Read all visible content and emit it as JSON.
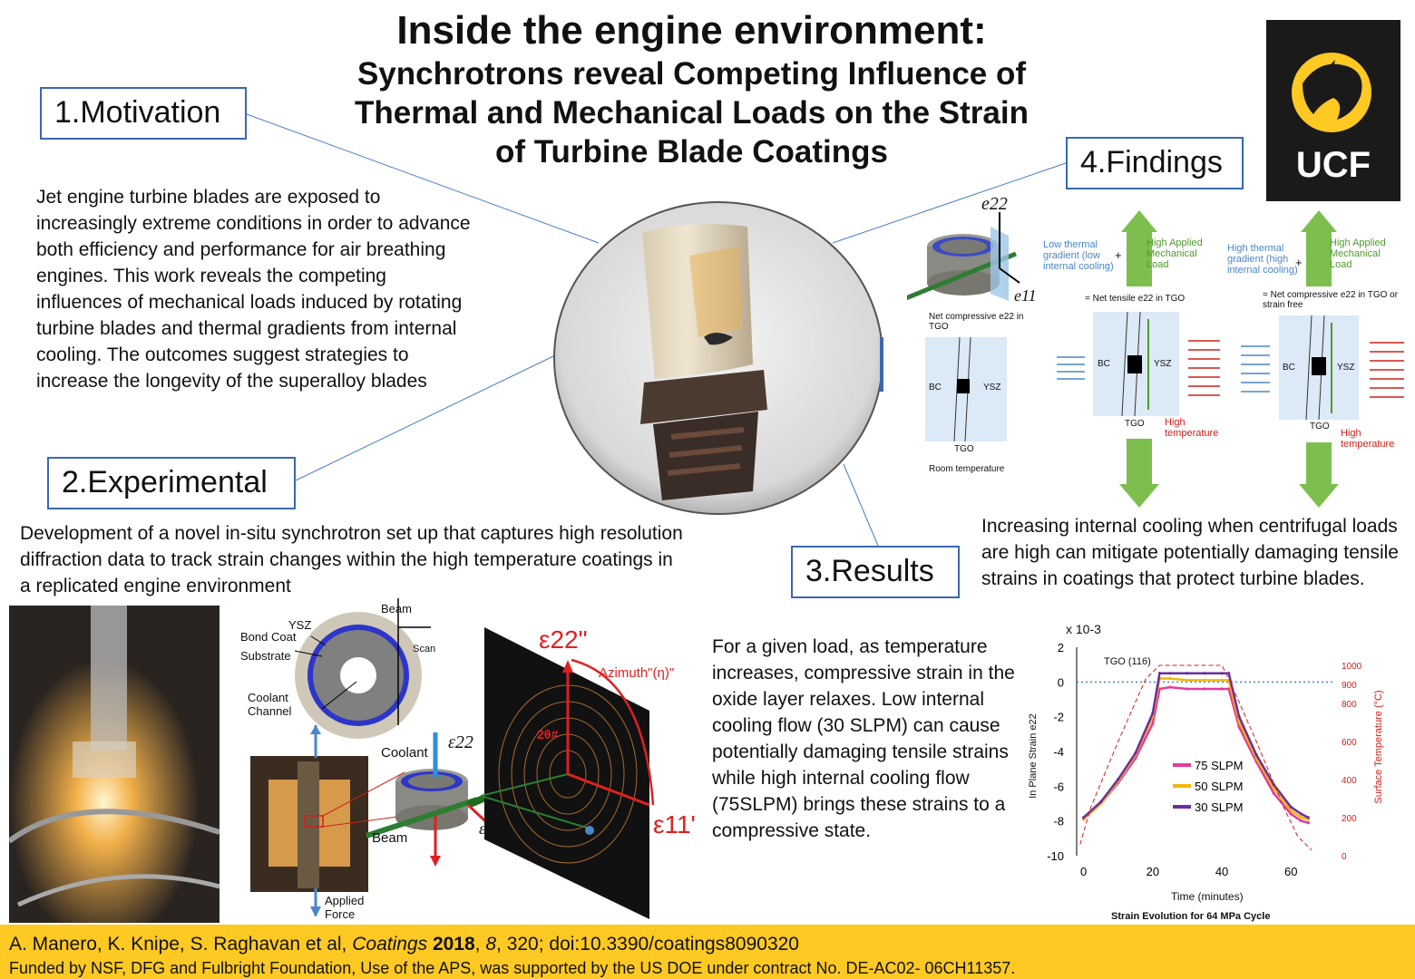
{
  "title": {
    "line1": "Inside the engine environment:",
    "line2": "Synchrotrons reveal Competing Influence of",
    "line3": "Thermal and Mechanical Loads on the Strain",
    "line4": "of Turbine Blade Coatings"
  },
  "logo": {
    "text": "UCF"
  },
  "sections": {
    "motivation": {
      "label": "1.Motivation",
      "text": "Jet engine turbine blades are exposed to increasingly extreme conditions in order to advance both efficiency and performance for air breathing engines. This work reveals the competing influences of mechanical loads induced by rotating turbine blades and thermal gradients from internal cooling. The outcomes suggest strategies to increase the longevity of the superalloy blades"
    },
    "experimental": {
      "label": "2.Experimental",
      "text": "Development of a novel in-situ synchrotron set up that captures high resolution diffraction data to track strain changes within the high temperature coatings in a replicated engine environment"
    },
    "results": {
      "label": "3.Results",
      "text": "For a given load, as temperature increases, compressive strain in the oxide layer relaxes. Low internal cooling flow (30 SLPM) can cause potentially damaging tensile strains while high internal cooling flow (75SLPM) brings these strains to a compressive state."
    },
    "findings": {
      "label": "4.Findings",
      "text": "Increasing internal cooling when centrifugal loads are high can mitigate potentially damaging tensile strains in coatings that protect turbine blades."
    }
  },
  "findings_diagram": {
    "e22": "e22",
    "e11": "e11",
    "net_compressive": "Net compressive e22 in TGO",
    "room_temp": "Room temperature",
    "bc": "BC",
    "ysz": "YSZ",
    "tgo": "TGO",
    "low_gradient": "Low thermal gradient (low internal cooling)",
    "high_gradient": "High thermal gradient (high internal cooling)",
    "plus": "+",
    "high_load": "High Applied Mechanical Load",
    "net_tensile": "= Net tensile e22 in TGO",
    "net_comp_free": "= Net compressive e22 in TGO or strain free",
    "high_temp": "High temperature"
  },
  "setup_diagram": {
    "beam_top": "Beam",
    "ysz": "YSZ",
    "bond_coat": "Bond Coat",
    "substrate": "Substrate",
    "scan": "Scan",
    "coolant_channel": "Coolant Channel",
    "coolant": "Coolant",
    "e22": "ε22",
    "e11": "ε11",
    "beam": "Beam",
    "applied_force": "Applied Force",
    "eps22_big": "ε22\"",
    "eps11_big": "ε11'",
    "azimuth": "Azimuth\"(η)\"",
    "two_theta": "2θ#"
  },
  "chart_data": {
    "type": "line",
    "title": "Strain Evolution for 64 MPa Cycle",
    "xlabel": "Time (minutes)",
    "ylabel": "In Plane Strain e22",
    "y2label": "Surface Temperature (°C)",
    "multiplier": "x 10-3",
    "annotation": "TGO (116)",
    "xlim": [
      -2,
      72
    ],
    "ylim": [
      -10,
      2
    ],
    "y2lim": [
      0,
      1000
    ],
    "xticks": [
      "0",
      "20",
      "40",
      "60"
    ],
    "yticks": [
      "2",
      "0",
      "-2",
      "-4",
      "-6",
      "-8",
      "-10"
    ],
    "y2ticks": [
      "1000",
      "900",
      "800",
      "600",
      "400",
      "200",
      "0"
    ],
    "series": [
      {
        "name": "75 SLPM",
        "color": "#e6399b",
        "x": [
          0,
          5,
          10,
          15,
          20,
          22,
          25,
          30,
          35,
          40,
          42,
          45,
          50,
          55,
          60,
          63,
          65
        ],
        "y": [
          -7.9,
          -7.0,
          -5.8,
          -4.4,
          -2.4,
          -0.4,
          -0.3,
          -0.4,
          -0.4,
          -0.4,
          -0.4,
          -2.6,
          -4.6,
          -6.4,
          -7.6,
          -8.0,
          -8.1
        ]
      },
      {
        "name": "50 SLPM",
        "color": "#f2b705",
        "x": [
          0,
          5,
          10,
          15,
          20,
          22,
          25,
          30,
          35,
          40,
          42,
          45,
          50,
          55,
          60,
          63,
          65
        ],
        "y": [
          -7.9,
          -7.0,
          -5.7,
          -4.2,
          -2.0,
          0.2,
          0.2,
          0.1,
          0.1,
          0.1,
          0.1,
          -2.3,
          -4.4,
          -6.1,
          -7.4,
          -7.8,
          -7.9
        ]
      },
      {
        "name": "30 SLPM",
        "color": "#6a2fa0",
        "x": [
          0,
          5,
          10,
          15,
          20,
          22,
          25,
          30,
          35,
          40,
          42,
          45,
          50,
          55,
          60,
          63,
          65
        ],
        "y": [
          -7.8,
          -6.9,
          -5.6,
          -4.1,
          -1.8,
          0.5,
          0.5,
          0.5,
          0.5,
          0.5,
          0.5,
          -2.0,
          -4.2,
          -5.9,
          -7.2,
          -7.6,
          -7.8
        ]
      },
      {
        "name": "Surface Temperature",
        "color": "#d0201a",
        "axis": "y2",
        "x": [
          -1,
          2,
          10,
          18,
          22,
          40,
          42,
          50,
          58,
          62,
          66
        ],
        "y": [
          60,
          250,
          600,
          930,
          1000,
          1000,
          930,
          600,
          250,
          100,
          30
        ]
      }
    ],
    "reference_line": 0
  },
  "footer": {
    "citation_pre": "A.  Manero, K. Knipe, S. Raghavan et al, ",
    "journal": "Coatings",
    "year": "2018",
    "volume": "8",
    "citation_post": ", 320; doi:10.3390/coatings8090320",
    "funding": "Funded by NSF, DFG and Fulbright Foundation, Use of the APS, was supported by the US DOE under contract No. DE-AC02- 06CH11357."
  }
}
